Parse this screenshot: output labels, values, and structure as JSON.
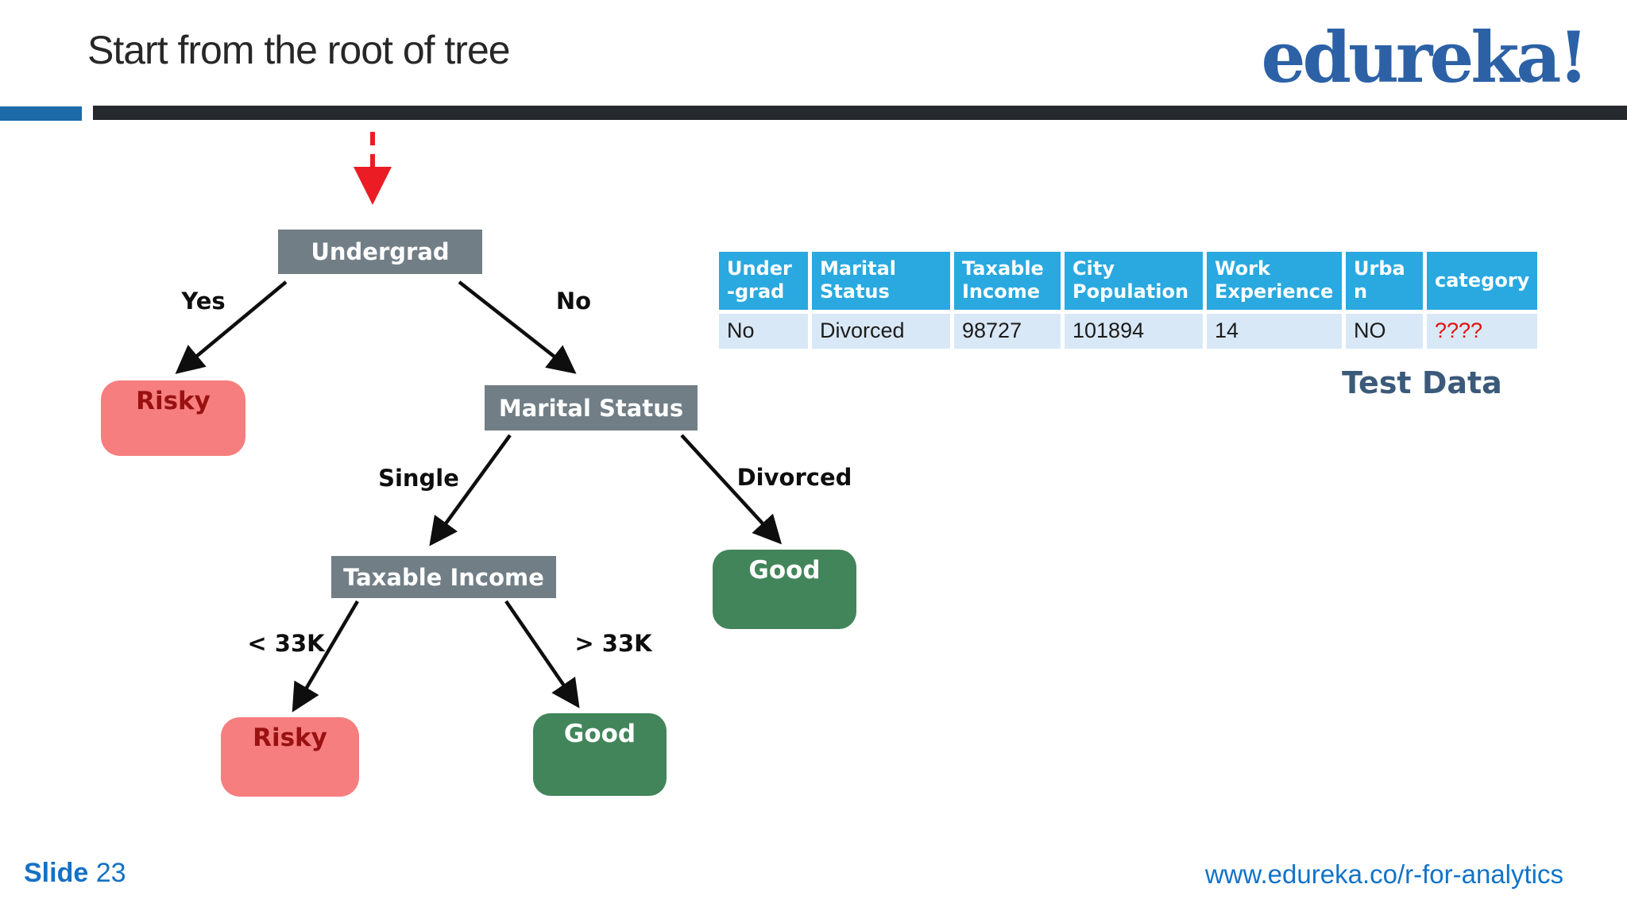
{
  "slide": {
    "title": "Start from the root of tree",
    "logo_text": "edureka!",
    "footer": {
      "slide_label": "Slide",
      "slide_number": "23",
      "url": "www.edureka.co/r-for-analytics"
    }
  },
  "tree": {
    "type": "decision-tree",
    "nodes": {
      "root": {
        "label": "Undergrad",
        "kind": "decision"
      },
      "marital_status": {
        "label": "Marital Status",
        "kind": "decision"
      },
      "taxable_income": {
        "label": "Taxable Income",
        "kind": "decision"
      },
      "risky_undergrad": {
        "label": "Risky",
        "kind": "leaf-bad"
      },
      "good_divorced": {
        "label": "Good",
        "kind": "leaf-good"
      },
      "risky_low_income": {
        "label": "Risky",
        "kind": "leaf-bad"
      },
      "good_high_income": {
        "label": "Good",
        "kind": "leaf-good"
      }
    },
    "edge_labels": {
      "yes": "Yes",
      "no": "No",
      "single": "Single",
      "divorced": "Divorced",
      "lt33k": "< 33K",
      "gt33k": "> 33K"
    }
  },
  "table": {
    "caption": "Test Data",
    "headers": [
      "Under\n-grad",
      "Marital\nStatus",
      "Taxable\nIncome",
      "City\nPopulation",
      "Work\nExperience",
      "Urba\nn",
      "category"
    ],
    "row": [
      "No",
      "Divorced",
      "98727",
      "101894",
      "14",
      "NO",
      "????"
    ]
  },
  "colors": {
    "header_bar_dark": "#26292e",
    "header_bar_blue": "#1d6aa8",
    "decision_node": "#717e86",
    "risky_node": "#f67e7e",
    "risky_text": "#991111",
    "good_node": "#42855b",
    "table_header": "#29a9e0",
    "table_row": "#d9e8f6",
    "unknown_value": "#e01212",
    "red_arrow": "#ec1c24",
    "brand_blue": "#2c61a6",
    "footer_blue": "#1471c5",
    "test_data_text": "#3b5a7a"
  }
}
